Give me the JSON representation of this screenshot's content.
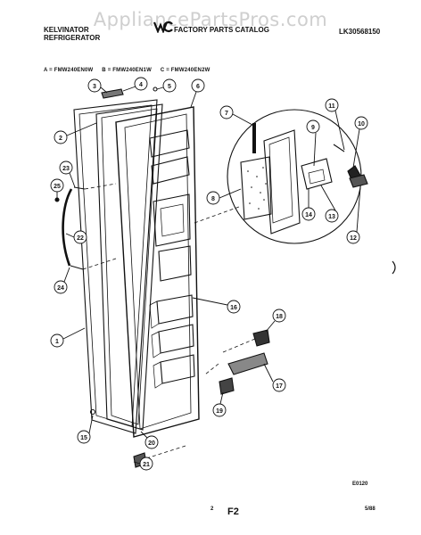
{
  "watermark": "AppliancePartsPros.com",
  "header": {
    "brand_line1": "KELVINATOR",
    "brand_line2": "REFRIGERATOR",
    "catalog_title": "FACTORY PARTS CATALOG",
    "catalog_number": "LK30568150"
  },
  "models": {
    "a": "A = FMW240EN0W",
    "b": "B = FMW240EN1W",
    "c": "C = FMW240EN2W"
  },
  "callouts": [
    "1",
    "2",
    "3",
    "4",
    "5",
    "6",
    "7",
    "8",
    "9",
    "10",
    "11",
    "12",
    "13",
    "14",
    "16",
    "17",
    "18",
    "19",
    "20",
    "21",
    "22",
    "23",
    "24",
    "25",
    "15"
  ],
  "footer": {
    "diagram_code": "E0120",
    "page_number": "2",
    "page_id": "F2",
    "date": "5/88"
  }
}
